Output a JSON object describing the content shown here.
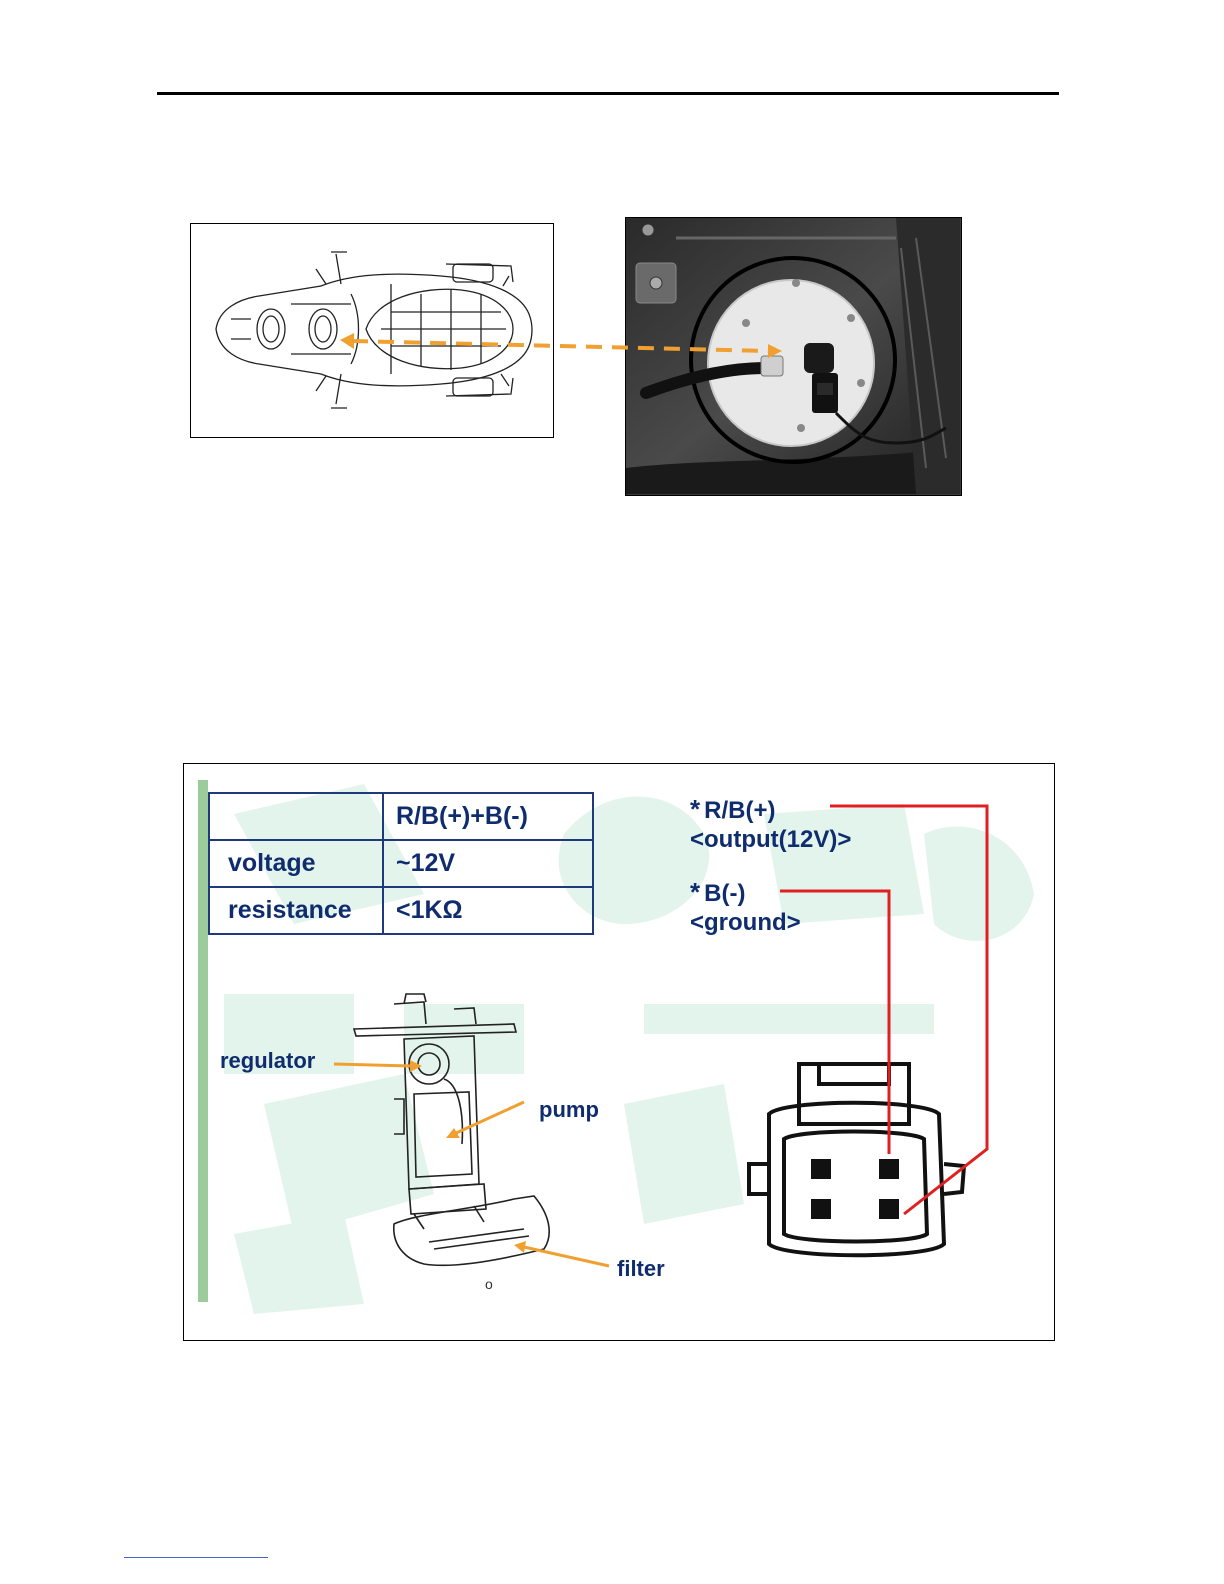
{
  "figure_pump": {
    "table": {
      "header": [
        "",
        "R/B(+)+B(-)"
      ],
      "rows": [
        [
          "voltage",
          "~12V"
        ],
        [
          "resistance",
          "<1KΩ"
        ]
      ]
    },
    "labels": {
      "regulator": "regulator",
      "pump": "pump",
      "filter": "filter"
    },
    "pins": [
      {
        "marker": "*",
        "name": "R/B(+)",
        "desc": "<output(12V)>"
      },
      {
        "marker": "*",
        "name": "B(-)",
        "desc": "<ground>"
      }
    ],
    "small_mark": "o"
  },
  "colors": {
    "navy_text": "#0f2d6e",
    "table_border": "#1e3a78",
    "arrow_orange": "#f0a030",
    "wire_red": "#e02020",
    "side_bar_green": "#9ccc9c"
  }
}
